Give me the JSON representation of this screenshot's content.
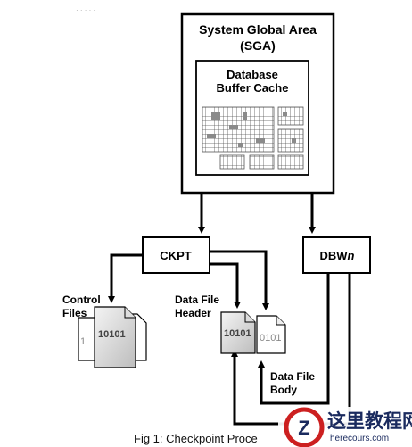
{
  "sga": {
    "title_line1": "System Global Area",
    "title_line2": "(SGA)"
  },
  "buffer_cache": {
    "line1": "Database",
    "line2": "Buffer Cache"
  },
  "processes": {
    "ckpt": "CKPT",
    "dbwn_prefix": "DBW",
    "dbwn_suffix": "n"
  },
  "control_files": {
    "line1": "Control",
    "line2": "Files",
    "doc_text_front": "10101",
    "doc_text_back": "1"
  },
  "data_file_header": {
    "line1": "Data File",
    "line2": "Header",
    "doc_text": "10101"
  },
  "data_file_body": {
    "line1": "Data File",
    "line2": "Body",
    "doc_text": "0101"
  },
  "caption": "Fig 1: Checkpoint Proce",
  "watermark": {
    "cn": "这里教程网",
    "en": "herecours.com",
    "logo_letter": "Z"
  }
}
